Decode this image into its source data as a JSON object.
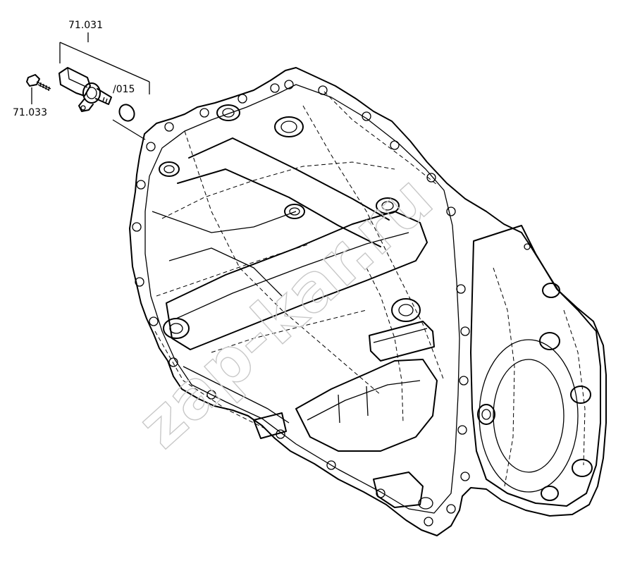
{
  "labels": {
    "assembly": "71.031",
    "seal": "/015",
    "screw": "71.033"
  },
  "watermark": "zap-kar.ru",
  "colors": {
    "ink": "#000000",
    "background": "#ffffff",
    "watermark": "#c8c8c8"
  }
}
